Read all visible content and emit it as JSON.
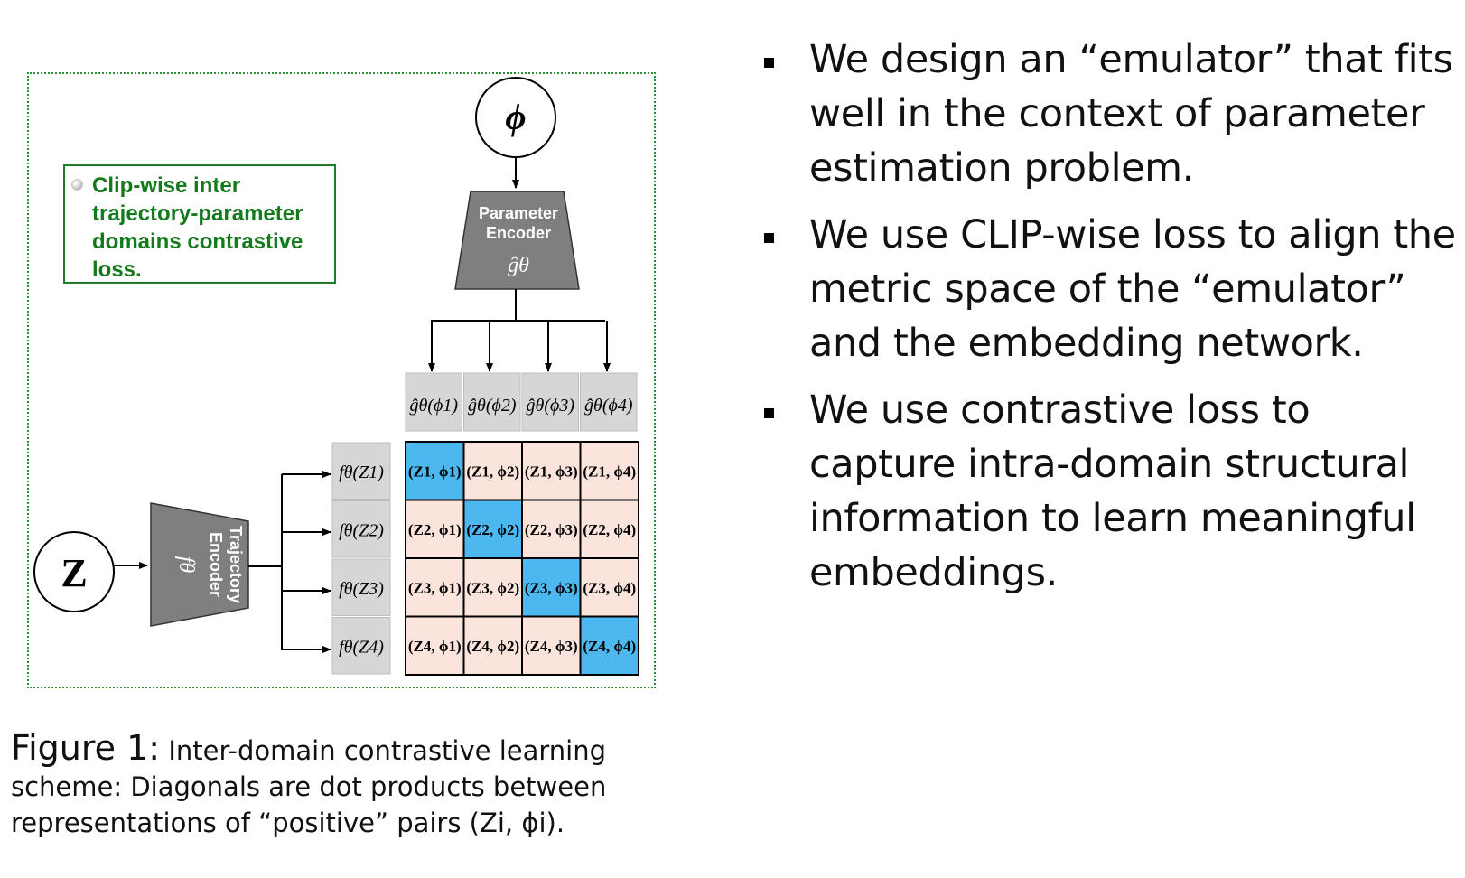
{
  "note": "Clip-wise inter trajectory-parameter domains contrastive loss.",
  "phi_symbol": "ϕ",
  "z_symbol": "Z",
  "parameter_encoder": {
    "line1": "Parameter",
    "line2": "Encoder",
    "symbol": "ĝθ"
  },
  "trajectory_encoder": {
    "line1": "Trajectory",
    "line2": "Encoder",
    "symbol": "fθ"
  },
  "param_embeddings": [
    "ĝθ(ϕ1)",
    "ĝθ(ϕ2)",
    "ĝθ(ϕ3)",
    "ĝθ(ϕ4)"
  ],
  "traj_embeddings": [
    "fθ(Z1)",
    "fθ(Z2)",
    "fθ(Z3)",
    "fθ(Z4)"
  ],
  "matrix": [
    [
      "(Z1, ϕ1)",
      "(Z1, ϕ2)",
      "(Z1, ϕ3)",
      "(Z1, ϕ4)"
    ],
    [
      "(Z2, ϕ1)",
      "(Z2, ϕ2)",
      "(Z2, ϕ3)",
      "(Z2, ϕ4)"
    ],
    [
      "(Z3, ϕ1)",
      "(Z3, ϕ2)",
      "(Z3, ϕ3)",
      "(Z3, ϕ4)"
    ],
    [
      "(Z4, ϕ1)",
      "(Z4, ϕ2)",
      "(Z4, ϕ3)",
      "(Z4, ϕ4)"
    ]
  ],
  "colors": {
    "diagonal": "#4db8f0",
    "offdiagonal": "#fbe4dc",
    "encoder": "#7f7f7f",
    "embed_box": "#d6d6d6",
    "note_green": "#157a1e"
  },
  "bullets": [
    "We design an “emulator” that fits well in the context of parameter estimation problem.",
    "We use CLIP-wise loss to align the metric space of the “emulator” and the embedding network.",
    "We use contrastive loss to capture intra-domain structural information to learn meaningful embeddings."
  ],
  "caption": {
    "label": "Figure 1:",
    "text": "Inter-domain contrastive learning scheme: Diagonals are dot products between representations of “positive” pairs (Zi, ϕi)."
  }
}
